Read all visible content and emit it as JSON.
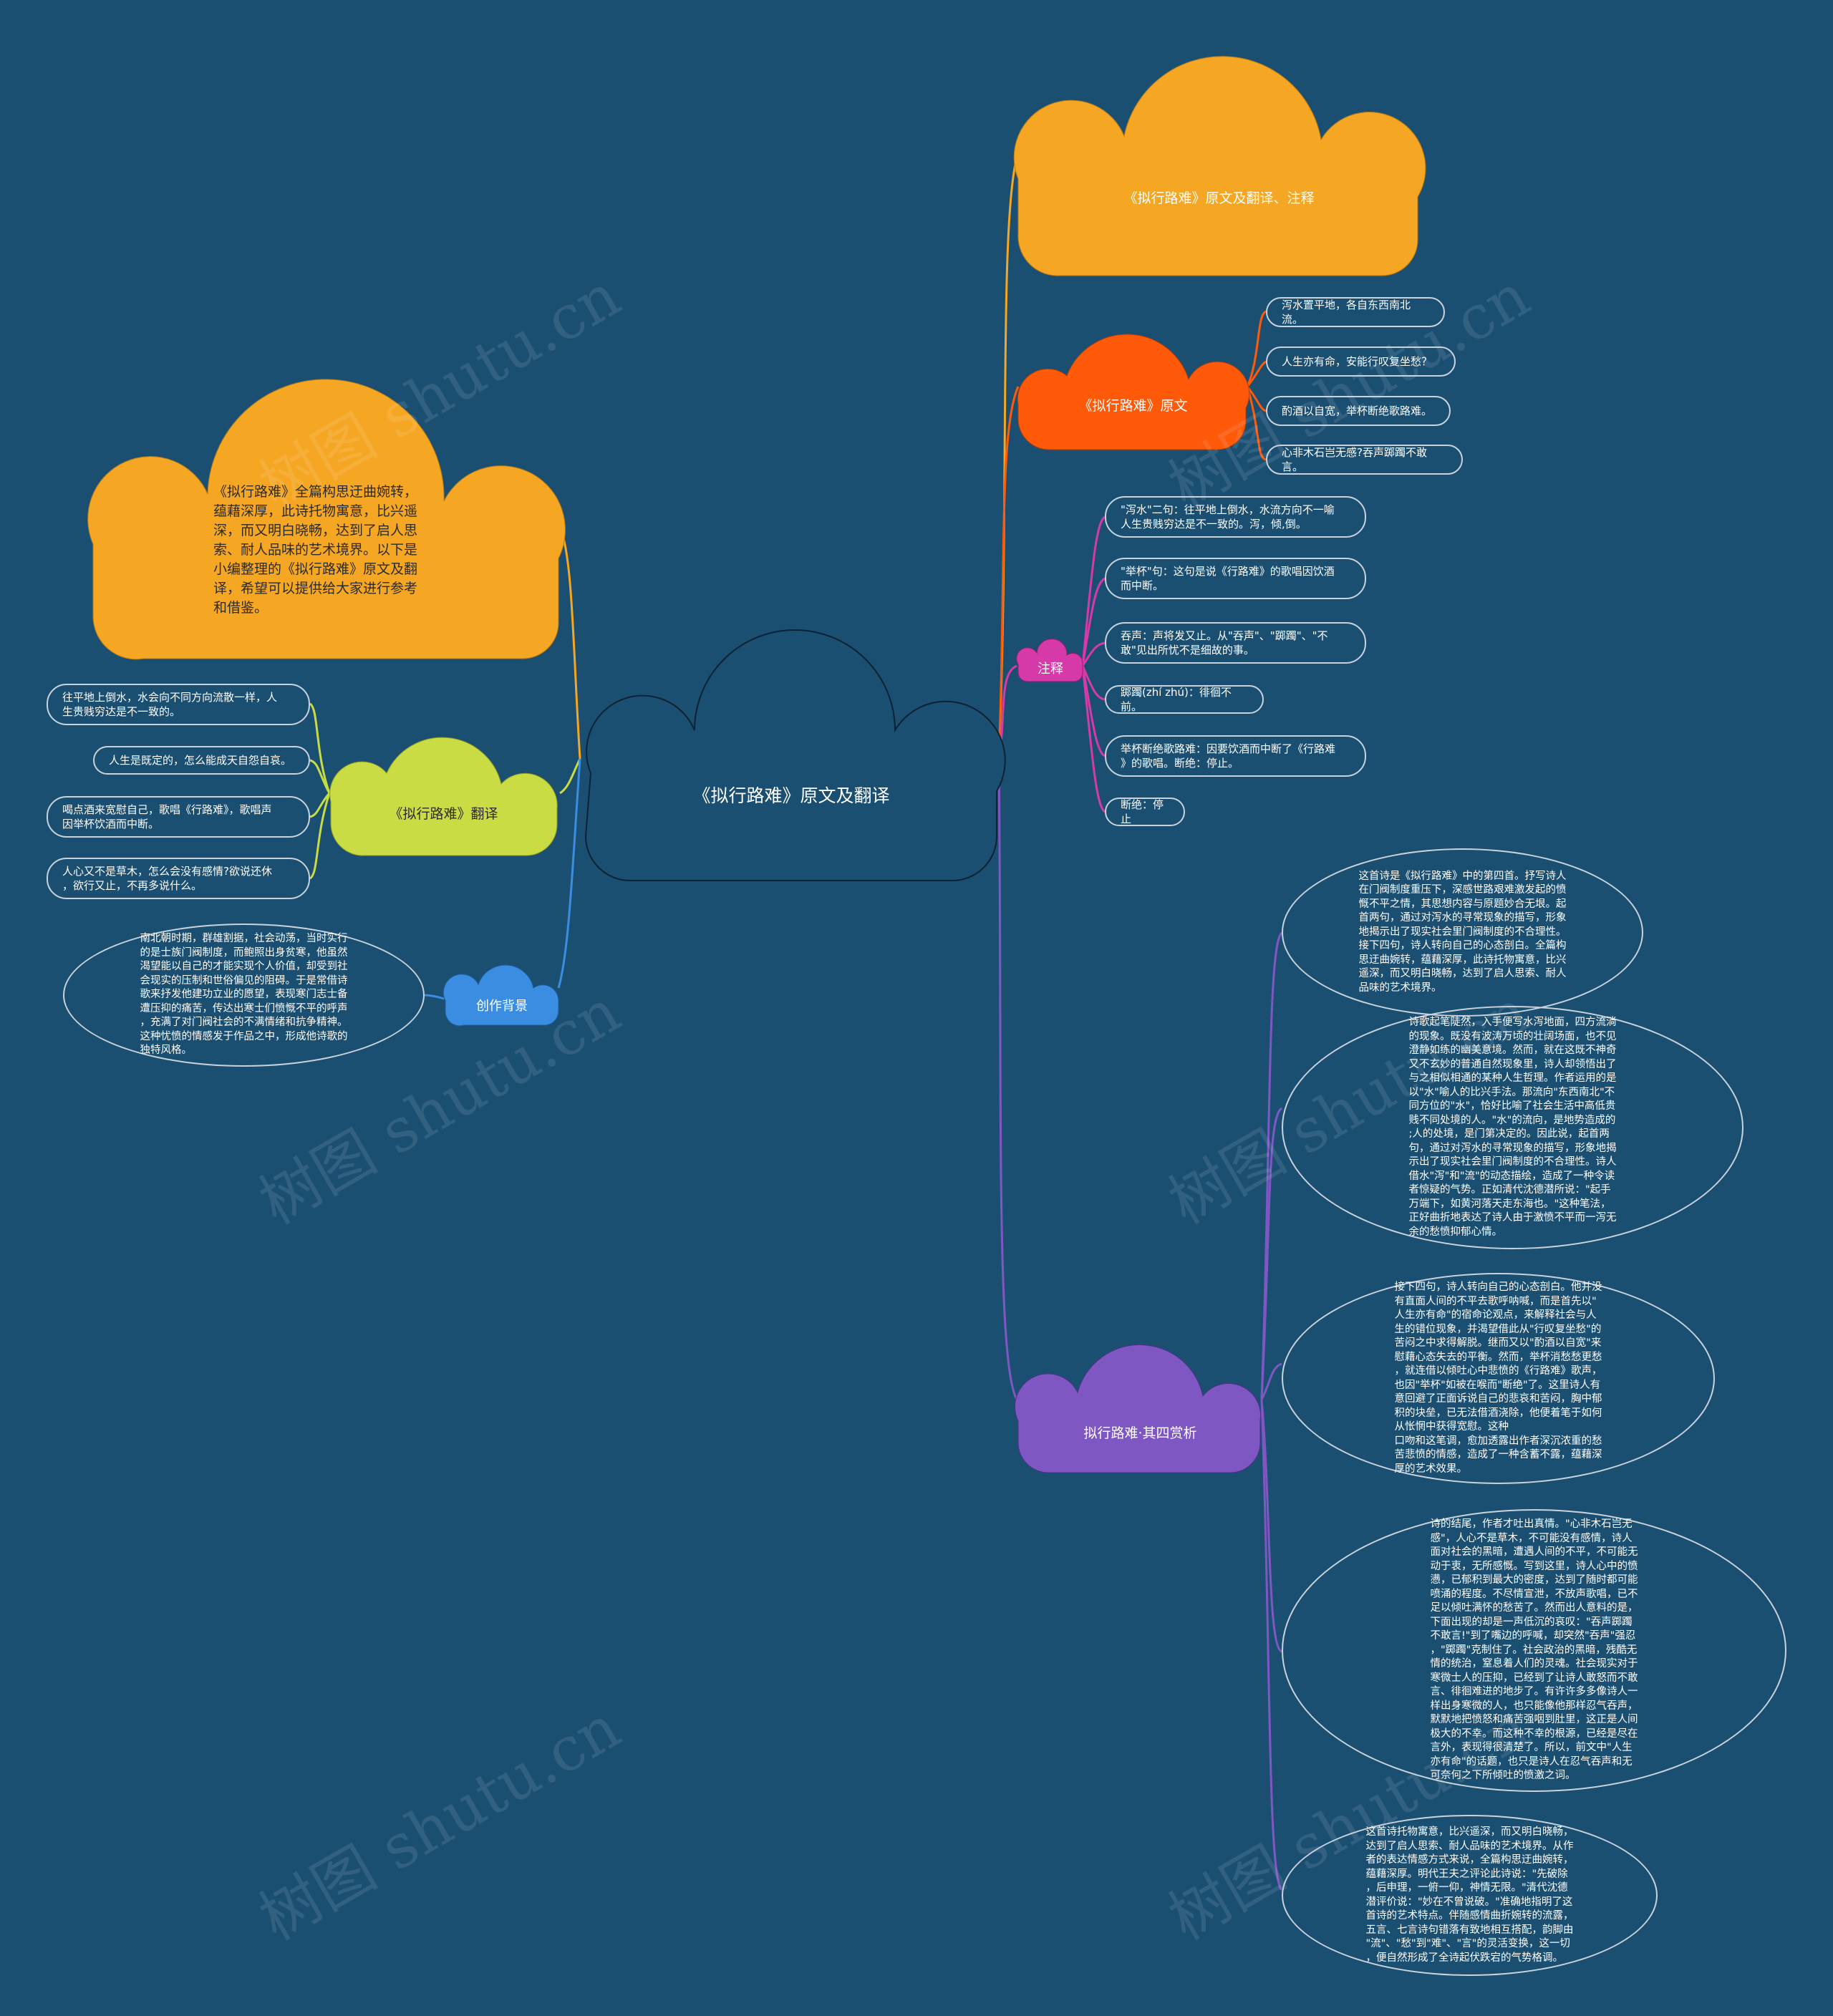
{
  "colors": {
    "background": "#1b4f72",
    "root_fill": "#1b4f72",
    "orange": "#f5a623",
    "red_orange": "#ff5a0a",
    "magenta": "#d63aa8",
    "purple": "#7e57c2",
    "yellow_green": "#c9dc43",
    "blue": "#3a8de0"
  },
  "root": {
    "label": "《拟行路难》原文及翻译"
  },
  "intro": {
    "text": "《拟行路难》全篇构思迂曲婉转，\n蕴藉深厚，此诗托物寓意，比兴遥\n深，而又明白晓畅，达到了启人思\n索、耐人品味的艺术境界。以下是\n小编整理的《拟行路难》原文及翻\n译，希望可以提供给大家进行参考\n和借鉴。"
  },
  "right_branches": {
    "title_node": {
      "label": "《拟行路难》原文及翻译、注释"
    },
    "original": {
      "label": "《拟行路难》原文",
      "items": [
        "泻水置平地，各自东西南北流。",
        "人生亦有命，安能行叹复坐愁？",
        "酌酒以自宽，举杯断绝歌路难。",
        "心非木石岂无感?吞声踯躅不敢言。"
      ]
    },
    "notes": {
      "label": "注释",
      "items": [
        "\"泻水\"二句：往平地上倒水，水流方向不一喻\n人生贵贱穷达是不一致的。泻，倾,倒。",
        "\"举杯\"句：这句是说《行路难》的歌唱因饮酒\n而中断。",
        "吞声：声将发又止。从\"吞声\"、\"踯躅\"、\"不\n敢\"见出所忧不是细故的事。",
        "踯躅(zhí zhú)：徘徊不前。",
        "举杯断绝歌路难：因要饮酒而中断了《行路难\n》的歌唱。断绝：停止。",
        "断绝：停止"
      ]
    },
    "analysis": {
      "label": "拟行路难·其四赏析",
      "items": [
        "这首诗是《拟行路难》中的第四首。抒写诗人\n在门阀制度重压下，深感世路艰难激发起的愤\n慨不平之情，其思想内容与原题妙合无垠。起\n首两句，通过对泻水的寻常现象的描写，形象\n地揭示出了现实社会里门阀制度的不合理性。\n接下四句，诗人转向自己的心态剖白。全篇构\n思迂曲婉转，蕴藉深厚，此诗托物寓意，比兴\n遥深，而又明白晓畅，达到了启人思索、耐人\n品味的艺术境界。",
        "诗歌起笔陡然，入手便写水泻地面，四方流淌\n的现象。既没有波涛万顷的壮阔场面，也不见\n澄静如练的幽美意境。然而，就在这既不神奇\n又不玄妙的普通自然现象里，诗人却领悟出了\n与之相似相通的某种人生哲理。作者运用的是\n以\"水\"喻人的比兴手法。那流向\"东西南北\"不\n同方位的\"水\"，恰好比喻了社会生活中高低贵\n贱不同处境的人。\"水\"的流向，是地势造成的\n;人的处境，是门第决定的。因此说，起首两\n句，通过对泻水的寻常现象的描写，形象地揭\n示出了现实社会里门阀制度的不合理性。诗人\n借水\"泻\"和\"流\"的动态描绘，造成了一种令读\n者惊疑的气势。正如清代沈德潜所说：\"起手\n万端下，如黄河落天走东海也。\"这种笔法，\n正好曲折地表达了诗人由于激愤不平而一泻无\n余的愁愤抑郁心情。",
        "接下四句，诗人转向自己的心态剖白。他并没\n有直面人间的不平去歌呼呐喊，而是首先以\"\n人生亦有命\"的宿命论观点，来解释社会与人\n生的错位现象，并渴望借此从\"行叹复坐愁\"的\n苦闷之中求得解脱。继而又以\"酌酒以自宽\"来\n慰藉心态失去的平衡。然而，举杯消愁愁更愁\n，就连借以倾吐心中悲愤的《行路难》歌声，\n也因\"举杯\"如被在喉而\"断绝\"了。这里诗人有\n意回避了正面诉说自己的悲哀和苦闷，胸中郁\n积的块垒，已无法借酒浇除，他便着笔于如何\n从怅惘中获得宽慰。这种\n口吻和这笔调，愈加透露出作者深沉浓重的愁\n苦悲愤的情感，造成了一种含蓄不露，蕴藉深\n厚的艺术效果。",
        "诗的结尾，作者才吐出真情。\"心非木石岂无\n感\"，人心不是草木，不可能没有感情，诗人\n面对社会的黑暗，遭遇人间的不平，不可能无\n动于衷，无所感慨。写到这里，诗人心中的愤\n懑，已郁积到最大的密度，达到了随时都可能\n喷涌的程度。不尽情宣泄，不放声歌唱，已不\n足以倾吐满怀的愁苦了。然而出人意料的是，\n下面出现的却是一声低沉的哀叹：\"吞声踯躅\n不敢言!\"到了嘴边的呼喊，却突然\"吞声\"强忍\n，\"踯躅\"克制住了。社会政治的黑暗，残酷无\n情的统治，窒息着人们的灵魂。社会现实对于\n寒微士人的压抑，已经到了让诗人敢怒而不敢\n言、徘徊难进的地步了。有许许多多像诗人一\n样出身寒微的人，也只能像他那样忍气吞声，\n默默地把愤怒和痛苦强咽到肚里，这正是人间\n极大的不幸。而这种不幸的根源，已经是尽在\n言外，表现得很清楚了。所以，前文中\"人生\n亦有命\"的话题，也只是诗人在忍气吞声和无\n可奈何之下所倾吐的愤激之词。",
        "这首诗托物寓意，比兴遥深，而又明白晓畅，\n达到了启人思索、耐人品味的艺术境界。从作\n者的表达情感方式来说，全篇构思迂曲婉转，\n蕴藉深厚。明代王夫之评论此诗说：\"先破除\n，后申理，一俯一仰，神情无限。\"清代沈德\n潜评价说：\"妙在不曾说破。\"准确地指明了这\n首诗的艺术特点。伴随感情曲折婉转的流露，\n五言、七言诗句错落有致地相互搭配，韵脚由\n\"流\"、\"愁\"到\"难\"、\"言\"的灵活变换，这一切\n，便自然形成了全诗起伏跌宕的气势格调。"
      ]
    }
  },
  "left_branches": {
    "translation": {
      "label": "《拟行路难》翻译",
      "items": [
        "往平地上倒水，水会向不同方向流散一样，人\n生贵贱穷达是不一致的。",
        "人生是既定的，怎么能成天自怨自哀。",
        "喝点酒来宽慰自己，歌唱《行路难》，歌唱声\n因举杯饮酒而中断。",
        "人心又不是草木，怎么会没有感情?欲说还休\n，欲行又止，不再多说什么。"
      ]
    },
    "background": {
      "label": "创作背景",
      "text": "南北朝时期，群雄割据，社会动荡，当时实行\n的是士族门阀制度，而鲍照出身贫寒，他虽然\n渴望能以自己的才能实现个人价值，却受到社\n会现实的压制和世俗偏见的阻碍。于是常借诗\n歌来抒发他建功立业的愿望，表现寒门志士备\n遭压抑的痛苦，传达出寒士们愤慨不平的呼声\n，充满了对门阀社会的不满情绪和抗争精神。\n这种忧愤的情感发于作品之中，形成他诗歌的\n独特风格。"
    }
  },
  "watermark": {
    "text": "树图 shutu.cn"
  }
}
